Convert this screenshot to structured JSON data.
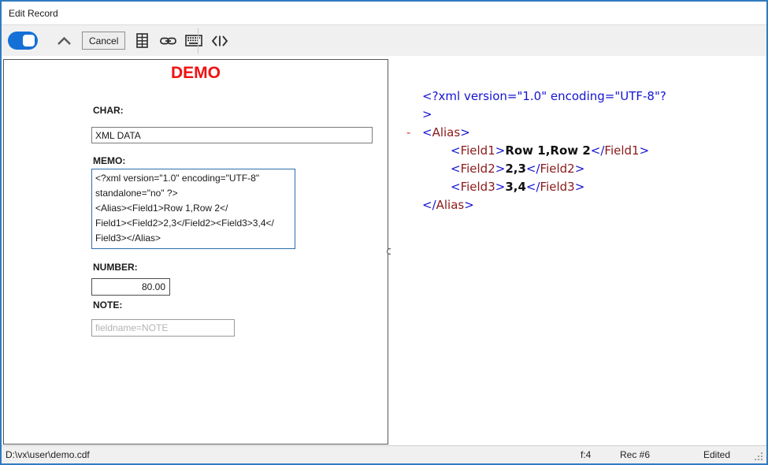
{
  "theme": {
    "accent_border": "#2f7ac0",
    "toggle_blue": "#1570d6",
    "demo_red": "#ef1111",
    "memo_border": "#2c6fad",
    "xml_blue": "#1414d2",
    "xml_maroon": "#8b1a1a",
    "xml_marker_red": "#e03030"
  },
  "window": {
    "title": "Edit Record"
  },
  "toolbar": {
    "cancel_label": "Cancel",
    "icons": [
      {
        "name": "table-icon"
      },
      {
        "name": "link-icon"
      },
      {
        "name": "keyboard-icon"
      },
      {
        "name": "code-icon"
      }
    ]
  },
  "form": {
    "title": "DEMO",
    "char": {
      "label": "CHAR:",
      "value": "XML DATA"
    },
    "memo": {
      "label": "MEMO:",
      "lines": [
        "<?xml version=\"1.0\" encoding=\"UTF-8\"",
        "standalone=\"no\" ?>",
        "<Alias><Field1>Row 1,Row 2</",
        "Field1><Field2>2,3</Field2><Field3>3,4</",
        "Field3></Alias>"
      ]
    },
    "number": {
      "label": "NUMBER:",
      "value": "80.00"
    },
    "note": {
      "label": "NOTE:",
      "placeholder": "fieldname=NOTE"
    }
  },
  "xml_view": {
    "lines": [
      {
        "indent": 1,
        "tokens": [
          {
            "c": "b",
            "t": "<?xml version=\"1.0\" encoding=\"UTF-8\"?"
          }
        ]
      },
      {
        "indent": 1,
        "tokens": [
          {
            "c": "b",
            "t": ">"
          }
        ]
      },
      {
        "indent": 1,
        "marker": "-",
        "tokens": [
          {
            "c": "b",
            "t": "<"
          },
          {
            "c": "m",
            "t": "Alias"
          },
          {
            "c": "b",
            "t": ">"
          }
        ]
      },
      {
        "indent": 2,
        "tokens": [
          {
            "c": "b",
            "t": "<"
          },
          {
            "c": "m",
            "t": "Field1"
          },
          {
            "c": "b",
            "t": ">"
          },
          {
            "c": "k",
            "t": "Row 1,Row 2"
          },
          {
            "c": "b",
            "t": "</"
          },
          {
            "c": "m",
            "t": "Field1"
          },
          {
            "c": "b",
            "t": ">"
          }
        ]
      },
      {
        "indent": 2,
        "tokens": [
          {
            "c": "b",
            "t": "<"
          },
          {
            "c": "m",
            "t": "Field2"
          },
          {
            "c": "b",
            "t": ">"
          },
          {
            "c": "k",
            "t": "2,3"
          },
          {
            "c": "b",
            "t": "</"
          },
          {
            "c": "m",
            "t": "Field2"
          },
          {
            "c": "b",
            "t": ">"
          }
        ]
      },
      {
        "indent": 2,
        "tokens": [
          {
            "c": "b",
            "t": "<"
          },
          {
            "c": "m",
            "t": "Field3"
          },
          {
            "c": "b",
            "t": ">"
          },
          {
            "c": "k",
            "t": "3,4"
          },
          {
            "c": "b",
            "t": "</"
          },
          {
            "c": "m",
            "t": "Field3"
          },
          {
            "c": "b",
            "t": ">"
          }
        ]
      },
      {
        "indent": 1,
        "tokens": [
          {
            "c": "b",
            "t": "</"
          },
          {
            "c": "m",
            "t": "Alias"
          },
          {
            "c": "b",
            "t": ">"
          }
        ]
      }
    ]
  },
  "status_bar": {
    "path": "D:\\vx\\user\\demo.cdf",
    "field_indicator": "f:4",
    "record": "Rec #6",
    "state": "Edited"
  }
}
